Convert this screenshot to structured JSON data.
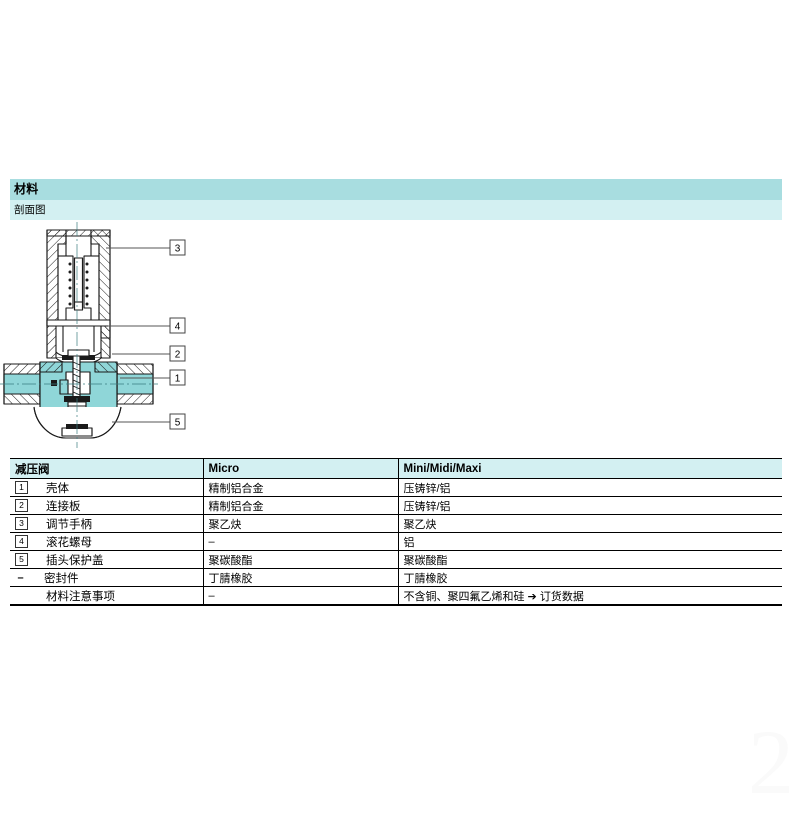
{
  "section": {
    "title": "材料",
    "subtitle": "剖面图"
  },
  "drawing": {
    "name": "减压阀剖面图",
    "callouts": [
      {
        "id": "3",
        "label": "3"
      },
      {
        "id": "4",
        "label": "4"
      },
      {
        "id": "2",
        "label": "2"
      },
      {
        "id": "1",
        "label": "1"
      },
      {
        "id": "5",
        "label": "5"
      }
    ],
    "colors": {
      "fill_cyan": "#8fd6d8",
      "line": "#1a1a1a"
    }
  },
  "table": {
    "headers": [
      "减压阀",
      "Micro",
      "Mini/Midi/Maxi"
    ],
    "rows": [
      {
        "index": "1",
        "index_kind": "box",
        "part": "壳体",
        "micro": "精制铝合金",
        "mini": "压铸锌/铝"
      },
      {
        "index": "2",
        "index_kind": "box",
        "part": "连接板",
        "micro": "精制铝合金",
        "mini": "压铸锌/铝"
      },
      {
        "index": "3",
        "index_kind": "box",
        "part": "调节手柄",
        "micro": "聚乙炔",
        "mini": "聚乙炔"
      },
      {
        "index": "4",
        "index_kind": "box",
        "part": "滚花螺母",
        "micro": "–",
        "mini": "铝"
      },
      {
        "index": "5",
        "index_kind": "box",
        "part": "插头保护盖",
        "micro": "聚碳酸酯",
        "mini": "聚碳酸酯"
      },
      {
        "index": "–",
        "index_kind": "dash",
        "part": "密封件",
        "micro": "丁腈橡胶",
        "mini": "丁腈橡胶"
      },
      {
        "index": "",
        "index_kind": "blank",
        "part": "材料注意事项",
        "micro": "–",
        "mini": "不含铜、聚四氟乙烯和硅 ➔ 订货数据"
      }
    ]
  },
  "watermark": {
    "text": "2"
  },
  "theme": {
    "header_bar": "#a8dde0",
    "sub_bar": "#d3f0f2",
    "table_header_bg": "#d3f0f2",
    "accent_cyan": "#8fd6d8"
  }
}
